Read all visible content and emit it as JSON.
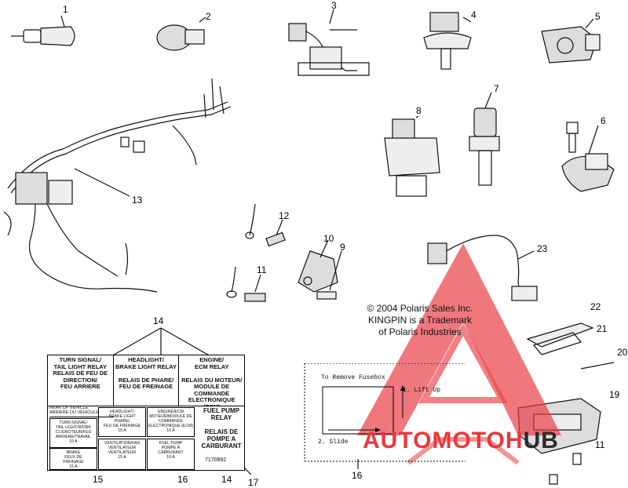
{
  "callouts": {
    "c1": "1",
    "c2": "2",
    "c3": "3",
    "c4": "4",
    "c5": "5",
    "c6": "6",
    "c7": "7",
    "c8": "8",
    "c9": "9",
    "c10": "10",
    "c11a": "11",
    "c11b": "11",
    "c12": "12",
    "c13": "13",
    "c14a": "14",
    "c14b": "14",
    "c15": "15",
    "c16a": "16",
    "c16b": "16",
    "c17": "17",
    "c19": "19",
    "c20": "20",
    "c21": "21",
    "c22": "22",
    "c23": "23"
  },
  "copyright": {
    "line1": "© 2004 Polaris Sales Inc.",
    "line2": "KINGPIN is a Trademark",
    "line3": "of Polaris Industries"
  },
  "label": {
    "turn_signal": "TURN SIGNAL/\nTAIL LIGHT RELAY\nRELAIS DE FEU DE\nDIRECTION/\nFEU ARRIERE",
    "headlight": "HEADLIGHT/\nBRAKE LIGHT RELAY\n\nRELAIS DE PHARE/\nFEU DE FREINAGE",
    "engine": "ENGINE/\nECM RELAY\n\nRELAIS DU MOTEUR/\nMODULE DE\nCOMMANDE\nELECTRONIQUE (ECM)",
    "rear": "REAR OF VEHICLE\nARRIERE DU VEHICULE",
    "fuse1": "TURN SIGNAL/\nTAIL LIGHT/WORK\nCLIGNOTEUR/FEU\nARRIERE/TRAVAIL\n10 A",
    "fuse2": "HEADLIGHT/\nBRAKE LIGHT\nPHARE/\nFEU DE FREINAGE\n15 A",
    "fuse3": "ENGINE/ECM\nMOTEUR/MODULE DE\nCOMMANDE\nELECTRONIQUE (ECM)\n10 A",
    "fuse4": "BRAKE\nFEUX DE\nFREINAGE\n15 A",
    "fuse5": "VENTILATION/FAN\nVENTILATEUR\nVENTILATEUR\n15 A",
    "fuse6": "FUEL PUMP\nPOMPE A\nCARBURANT\n10 A",
    "fuel_pump": "FUEL PUMP\nRELAY\n\nRELAIS DE POMPE A\nCARBURANT",
    "part_no": "7170892"
  },
  "fusebox": {
    "title": "To Remove Fusebox",
    "step1": "1. Lift Up",
    "step2": "2. Slide"
  },
  "watermark": {
    "text": "AUTOMOTOHUB",
    "color_red": "#e8383d",
    "color_dark": "#2b2b2b"
  }
}
